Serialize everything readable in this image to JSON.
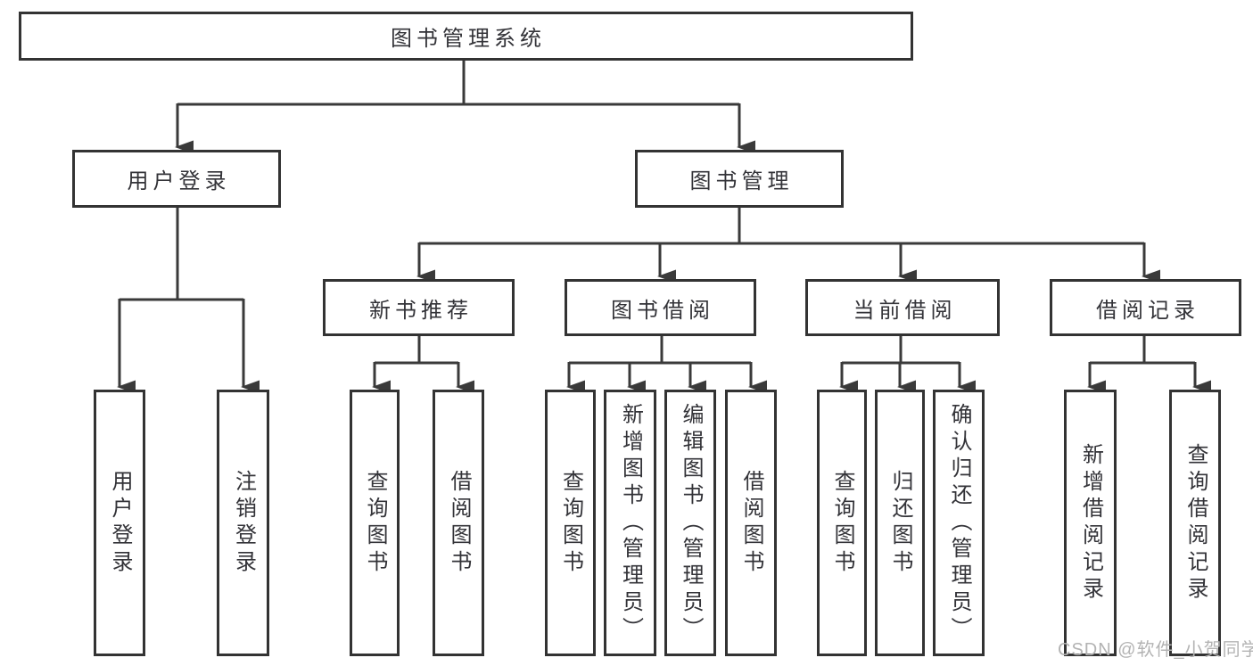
{
  "diagram": {
    "title": "图书管理系统",
    "tree": {
      "label": "图书管理系统",
      "children": [
        {
          "label": "用户登录",
          "children": [
            {
              "label": "用户登录"
            },
            {
              "label": "注销登录"
            }
          ]
        },
        {
          "label": "图书管理",
          "children": [
            {
              "label": "新书推荐",
              "children": [
                {
                  "label": "查询图书"
                },
                {
                  "label": "借阅图书"
                }
              ]
            },
            {
              "label": "图书借阅",
              "children": [
                {
                  "label": "查询图书"
                },
                {
                  "label": "新增图书（管理员）"
                },
                {
                  "label": "编辑图书（管理员）"
                },
                {
                  "label": "借阅图书"
                }
              ]
            },
            {
              "label": "当前借阅",
              "children": [
                {
                  "label": "查询图书"
                },
                {
                  "label": "归还图书"
                },
                {
                  "label": "确认归还（管理员）"
                }
              ]
            },
            {
              "label": "借阅记录",
              "children": [
                {
                  "label": "新增借阅记录"
                },
                {
                  "label": "查询借阅记录"
                }
              ]
            }
          ]
        }
      ]
    },
    "watermark": "CSDN @软件_小贺同学",
    "colors": {
      "line": "#3a3a3a",
      "box_border": "#333333",
      "text": "#333338",
      "watermark": "#b3b3b3",
      "background": "#ffffff"
    }
  }
}
